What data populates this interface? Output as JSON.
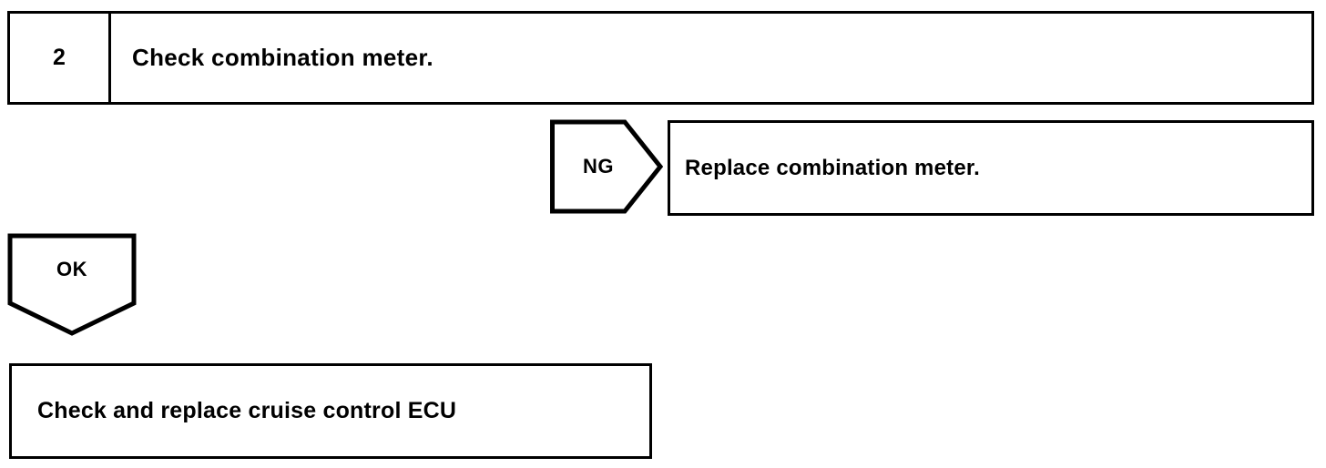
{
  "document": {
    "type": "troubleshooting-flowchart",
    "ink_color": "#000000",
    "background_color": "#ffffff"
  },
  "step": {
    "number": "2",
    "title": "Check combination meter."
  },
  "branches": {
    "ng": {
      "label": "NG",
      "result": "Replace combination meter."
    },
    "ok": {
      "label": "OK"
    }
  },
  "final_action": {
    "text": "Check and replace cruise control ECU"
  }
}
